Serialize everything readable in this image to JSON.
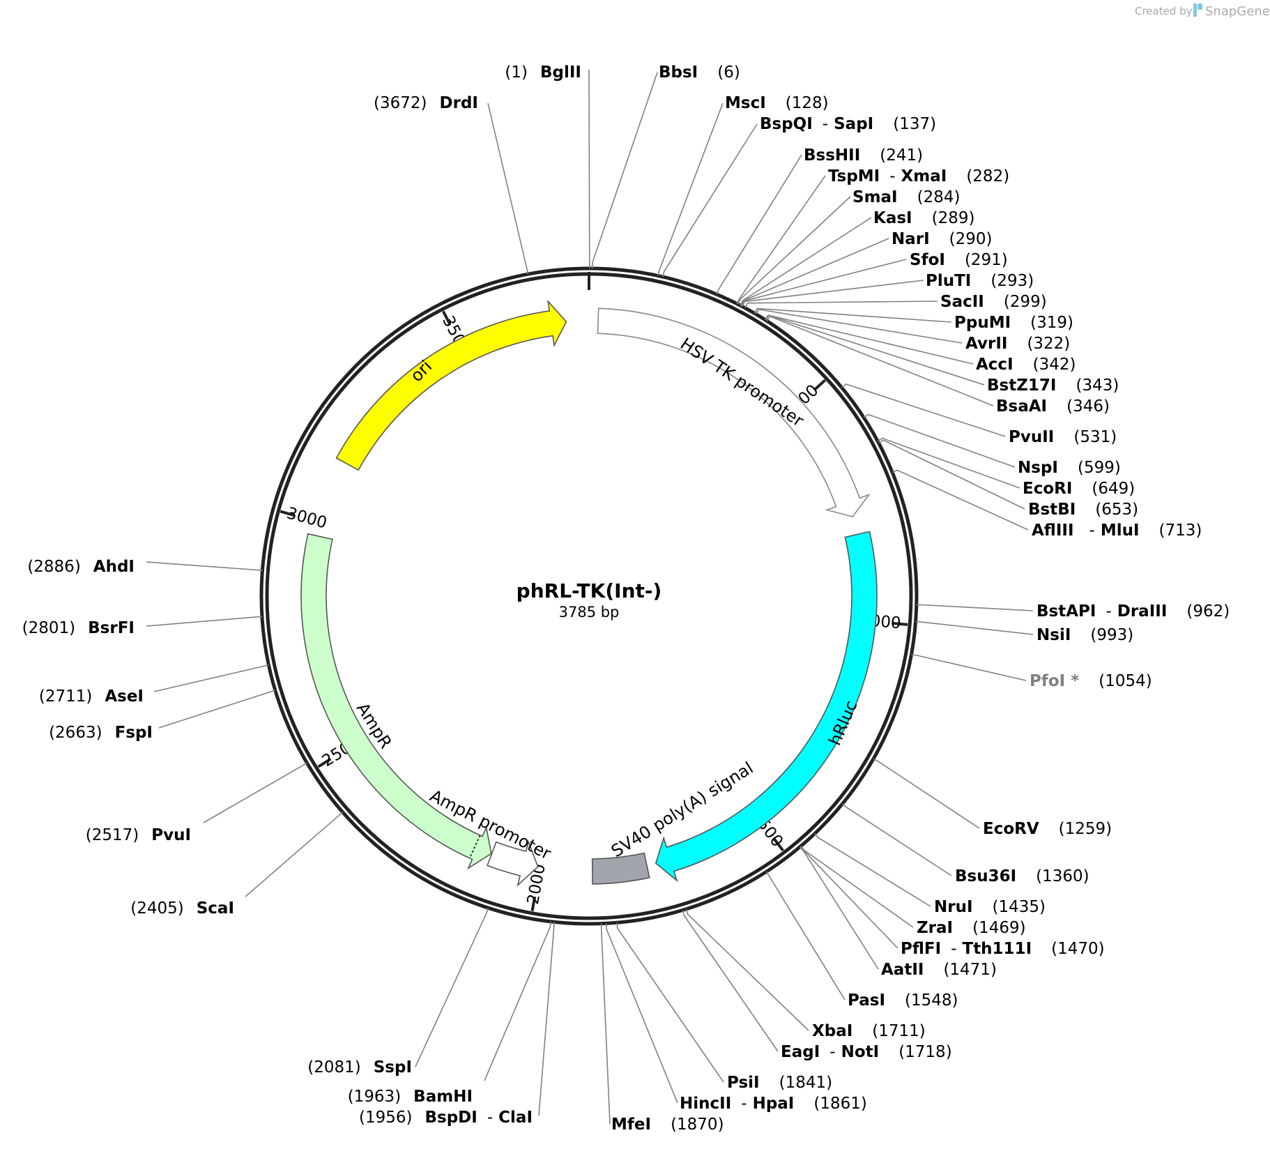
{
  "header": {
    "credit_text": "Created by",
    "brand_text": "SnapGene",
    "brand_icon": "snapgene-logo-icon"
  },
  "plasmid": {
    "name": "phRL-TK(Int-)",
    "length_label": "3785 bp",
    "total_bp": 3785
  },
  "ruler": {
    "ticks": [
      {
        "bp": 500,
        "label": "500"
      },
      {
        "bp": 1000,
        "label": "1000"
      },
      {
        "bp": 1500,
        "label": "1500"
      },
      {
        "bp": 2000,
        "label": "2000"
      },
      {
        "bp": 2500,
        "label": "2500"
      },
      {
        "bp": 3000,
        "label": "3000"
      },
      {
        "bp": 3500,
        "label": "3500"
      }
    ]
  },
  "features": [
    {
      "name": "HSV TK promoter",
      "start": 20,
      "end": 770,
      "direction": 1,
      "fill": "#ffffff",
      "stroke": "#888888"
    },
    {
      "name": "hRluc",
      "start": 810,
      "end": 1745,
      "direction": 1,
      "fill": "#00ffff",
      "stroke": "#555555"
    },
    {
      "name": "SV40 poly(A) signal",
      "start": 1765,
      "end": 1885,
      "direction": 0,
      "fill": "#a1a6ad",
      "stroke": "#555555"
    },
    {
      "name": "AmpR promoter",
      "start": 2005,
      "end": 2110,
      "direction": -1,
      "fill": "#ffffff",
      "stroke": "#555555"
    },
    {
      "name": "AmpR",
      "start": 2111,
      "end": 2970,
      "direction": -1,
      "fill": "#ccffcc",
      "stroke": "#555555"
    },
    {
      "name": "ori",
      "start": 3140,
      "end": 3735,
      "direction": 1,
      "fill": "#ffff00",
      "stroke": "#555555"
    }
  ],
  "sites": [
    {
      "pre": "(1)",
      "name": "BglII"
    },
    {
      "name": "BbsI",
      "pos": "(6)"
    },
    {
      "pre": "(3672)",
      "name": "DrdI"
    },
    {
      "name": "MscI",
      "pos": "(128)"
    },
    {
      "name": "BspQI",
      "name2": "SapI",
      "pos": "(137)"
    },
    {
      "name": "BssHII",
      "pos": "(241)"
    },
    {
      "name": "TspMI",
      "name2": "XmaI",
      "pos": "(282)"
    },
    {
      "name": "SmaI",
      "pos": "(284)"
    },
    {
      "name": "KasI",
      "pos": "(289)"
    },
    {
      "name": "NarI",
      "pos": "(290)"
    },
    {
      "name": "SfoI",
      "pos": "(291)"
    },
    {
      "name": "PluTI",
      "pos": "(293)"
    },
    {
      "name": "SacII",
      "pos": "(299)"
    },
    {
      "name": "PpuMI",
      "pos": "(319)"
    },
    {
      "name": "AvrII",
      "pos": "(322)"
    },
    {
      "name": "AccI",
      "pos": "(342)"
    },
    {
      "name": "BstZ17I",
      "pos": "(343)"
    },
    {
      "name": "BsaAI",
      "pos": "(346)"
    },
    {
      "name": "PvuII",
      "pos": "(531)"
    },
    {
      "name": "NspI",
      "pos": "(599)"
    },
    {
      "name": "EcoRI",
      "pos": "(649)"
    },
    {
      "name": "BstBI",
      "pos": "(653)"
    },
    {
      "name": "AflIII",
      "name2": "MluI",
      "pos": "(713)"
    },
    {
      "name": "BstAPI",
      "name2": "DraIII",
      "pos": "(962)"
    },
    {
      "name": "NsiI",
      "pos": "(993)"
    },
    {
      "name": "PfoI *",
      "pos": "(1054)",
      "faded": true
    },
    {
      "name": "EcoRV",
      "pos": "(1259)"
    },
    {
      "name": "Bsu36I",
      "pos": "(1360)"
    },
    {
      "name": "NruI",
      "pos": "(1435)"
    },
    {
      "name": "ZraI",
      "pos": "(1469)"
    },
    {
      "name": "PflFI",
      "name2": "Tth111I",
      "pos": "(1470)"
    },
    {
      "name": "AatII",
      "pos": "(1471)"
    },
    {
      "name": "PasI",
      "pos": "(1548)"
    },
    {
      "name": "XbaI",
      "pos": "(1711)"
    },
    {
      "name": "EagI",
      "name2": "NotI",
      "pos": "(1718)"
    },
    {
      "name": "PsiI",
      "pos": "(1841)"
    },
    {
      "name": "HincII",
      "name2": "HpaI",
      "pos": "(1861)"
    },
    {
      "name": "MfeI",
      "pos": "(1870)"
    },
    {
      "pre": "(2081)",
      "name": "SspI"
    },
    {
      "pre": "(1963)",
      "name": "BamHI"
    },
    {
      "pre": "(1956)",
      "name": "BspDI",
      "name2": "ClaI"
    },
    {
      "pre": "(2405)",
      "name": "ScaI"
    },
    {
      "pre": "(2517)",
      "name": "PvuI"
    },
    {
      "pre": "(2663)",
      "name": "FspI"
    },
    {
      "pre": "(2711)",
      "name": "AseI"
    },
    {
      "pre": "(2801)",
      "name": "BsrFI"
    },
    {
      "pre": "(2886)",
      "name": "AhdI"
    }
  ]
}
